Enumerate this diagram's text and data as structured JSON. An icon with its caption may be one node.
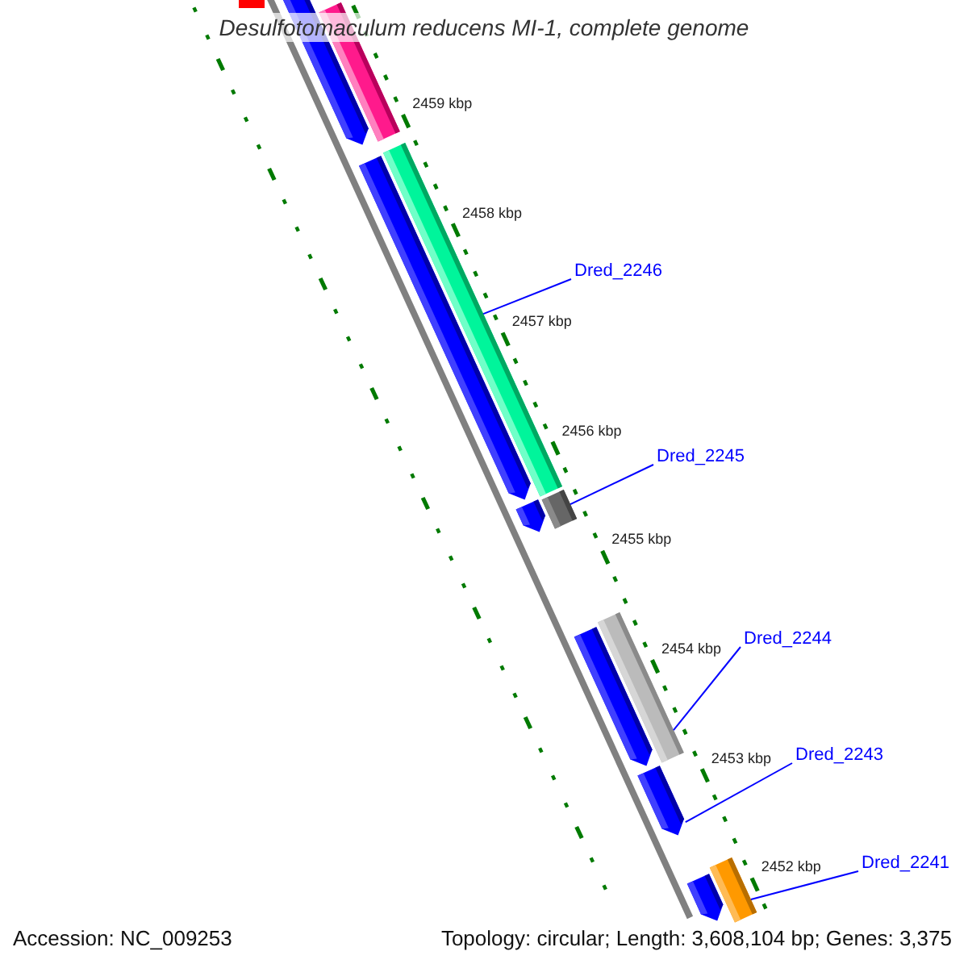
{
  "diagram": {
    "title": "Desulfotomaculum reducens MI-1, complete genome",
    "nodes": [
      {
        "text": [
          "Dred_2246"
        ]
      },
      {
        "text": [
          "Dred_2245"
        ]
      },
      {
        "text": [
          "Dred_2244"
        ]
      },
      {
        "text": [
          "Dred_2243"
        ]
      },
      {
        "text": [
          "Dred_2241"
        ]
      },
      {
        "text": [],
        "shape": "bar"
      },
      {
        "text": [],
        "shape": "bar"
      },
      {
        "text": [],
        "shape": "bar"
      },
      {
        "text": [],
        "shape": "bar"
      },
      {
        "text": [],
        "shape": "bar"
      }
    ],
    "edges": [
      {
        "from": 0,
        "to": 5,
        "arrow": "none"
      },
      {
        "from": 1,
        "to": 6,
        "arrow": "none"
      },
      {
        "from": 2,
        "to": 7,
        "arrow": "none"
      },
      {
        "from": 3,
        "to": 8,
        "arrow": "none"
      },
      {
        "from": 4,
        "to": 9,
        "arrow": "none"
      }
    ],
    "labels": [
      "2459 kbp",
      "2458 kbp",
      "2457 kbp",
      "2456 kbp",
      "2455 kbp",
      "2454 kbp",
      "2453 kbp",
      "2452 kbp",
      "Accession: NC_009253",
      "Topology: circular; Length: 3,608,104 bp; Genes: 3,375"
    ]
  }
}
